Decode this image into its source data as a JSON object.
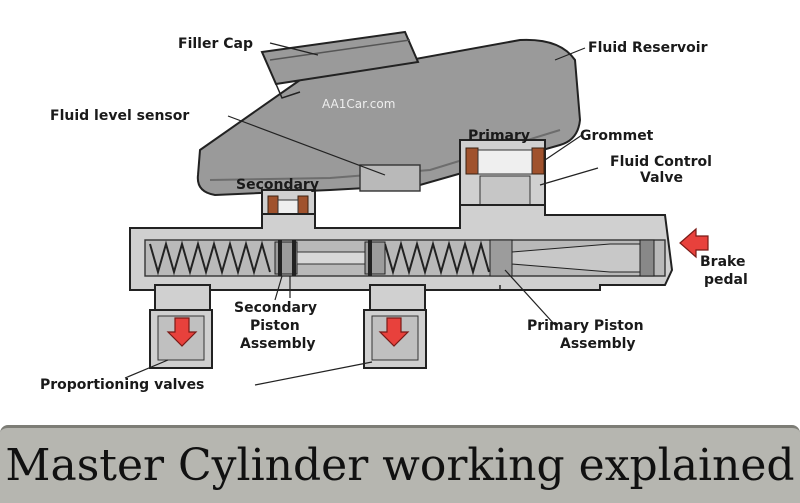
{
  "diagram": {
    "labels": {
      "filler_cap": "Filler Cap",
      "fluid_reservoir": "Fluid Reservoir",
      "fluid_level_sensor": "Fluid level sensor",
      "primary": "Primary",
      "grommet": "Grommet",
      "fluid_control_valve_1": "Fluid Control",
      "fluid_control_valve_2": "Valve",
      "secondary": "Secondary",
      "brake_pedal_1": "Brake",
      "brake_pedal_2": "pedal",
      "secondary_piston_1": "Secondary",
      "secondary_piston_2": "Piston",
      "secondary_piston_3": "Assembly",
      "primary_piston_1": "Primary Piston",
      "primary_piston_2": "Assembly",
      "proportioning_valves": "Proportioning valves"
    },
    "watermark": "AA1Car.com"
  },
  "caption": {
    "title": "Master Cylinder working explained"
  },
  "colors": {
    "caption_bar": "#b6b6b0",
    "arrow": "#e8413c",
    "rubber": "#a0522d"
  }
}
